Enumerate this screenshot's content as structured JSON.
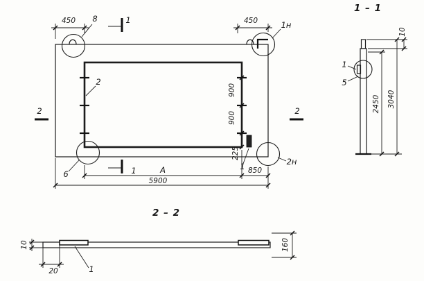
{
  "plan": {
    "dim_450_left": "450",
    "dim_450_right": "450",
    "dim_5900": "5900",
    "dim_850": "850",
    "dim_A": "А",
    "dim_900_upper": "900",
    "dim_900_lower": "900",
    "dim_225": "225",
    "node_top_left": "8",
    "node_top_right": "1н",
    "node_bottom_left": "6",
    "node_bottom_right": "2н",
    "callout_detail_2": "2",
    "callout_detail_1": "1",
    "section_marker_1_top": "1",
    "section_marker_1_bottom": "1",
    "section_marker_2_left": "2",
    "section_marker_2_right": "2"
  },
  "section_1_1": {
    "title": "1 – 1",
    "callout_1": "1",
    "callout_5": "5",
    "dim_10": "10",
    "dim_2450": "2450",
    "dim_3040": "3040"
  },
  "section_2_2": {
    "title": "2 – 2",
    "dim_10": "10",
    "dim_20": "20",
    "dim_160": "160",
    "callout_1": "1"
  }
}
